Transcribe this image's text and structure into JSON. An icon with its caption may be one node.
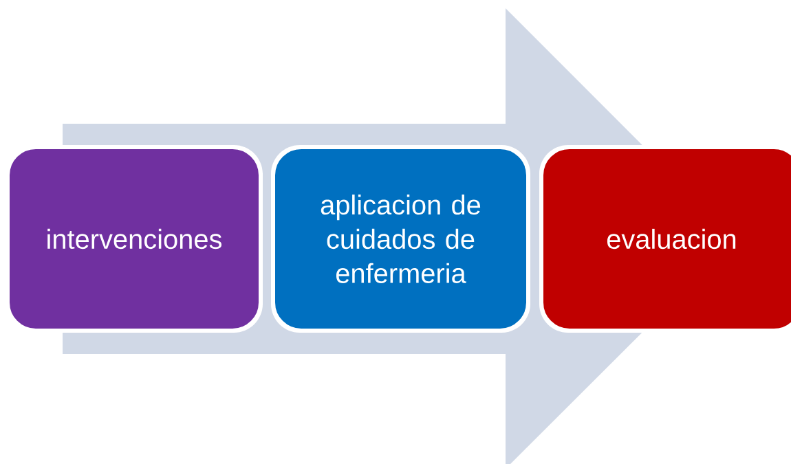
{
  "diagram": {
    "nodes": [
      {
        "text": [
          "intervenciones"
        ]
      },
      {
        "text": [
          "aplicacion de cuidados de enfermeria"
        ]
      },
      {
        "text": [
          "evaluacion"
        ]
      }
    ],
    "edges": [
      {
        "from": 0,
        "to": 2,
        "arrow": "to"
      }
    ]
  }
}
